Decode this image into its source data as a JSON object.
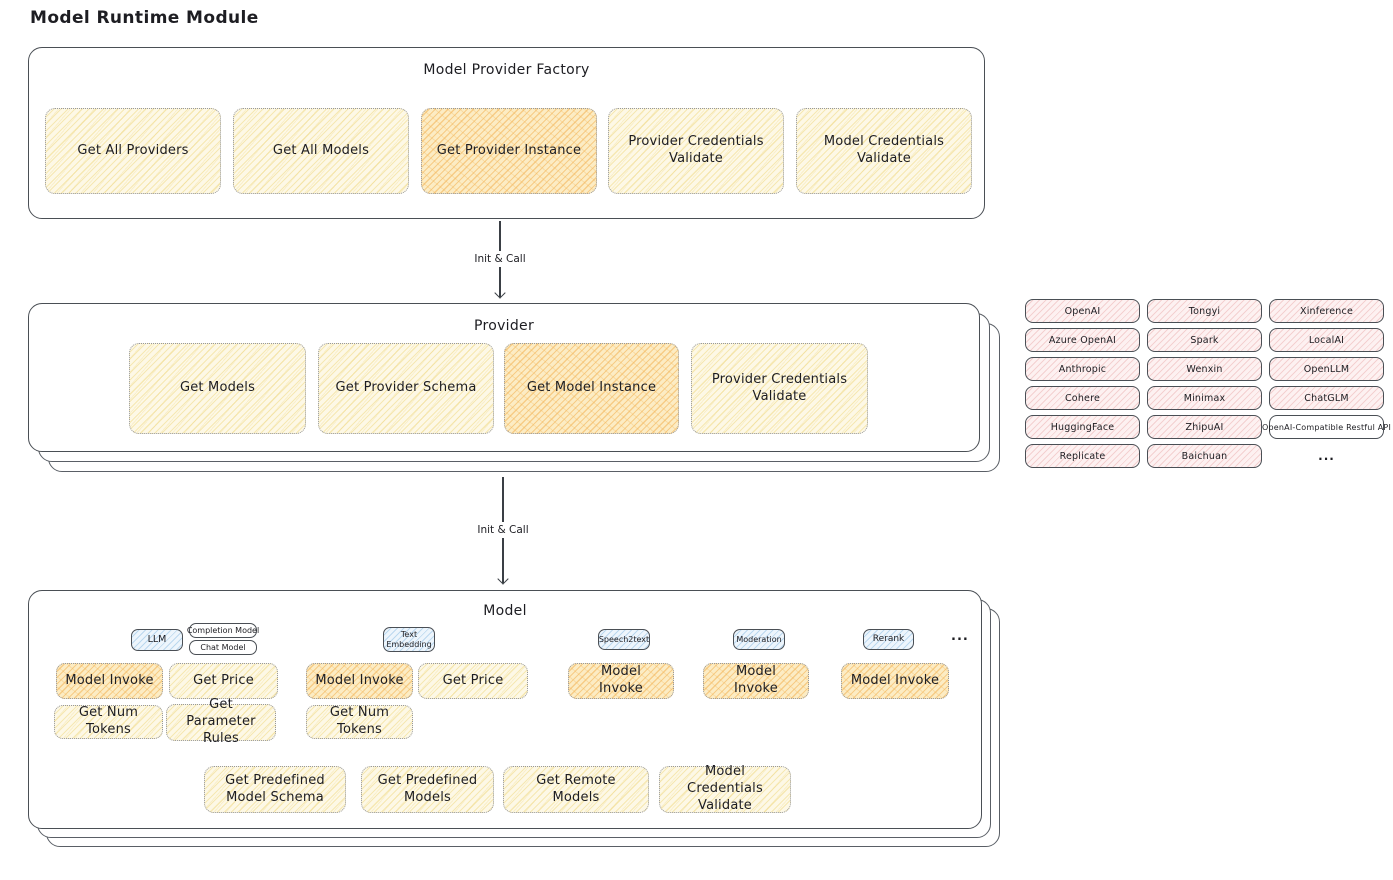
{
  "title": "Model Runtime Module",
  "colors": {
    "yellow_fill": "#fdf8e6",
    "orange_fill": "#fcecc4",
    "blue_fill": "#edf5fc",
    "pink_fill": "#fdf1f1",
    "panel_border": "#4a4f55"
  },
  "factory": {
    "title": "Model Provider Factory",
    "items": [
      {
        "label": "Get All Providers",
        "variant": "yellow"
      },
      {
        "label": "Get All Models",
        "variant": "yellow"
      },
      {
        "label": "Get Provider Instance",
        "variant": "orange"
      },
      {
        "label": "Provider Credentials Validate",
        "variant": "yellow"
      },
      {
        "label": "Model Credentials Validate",
        "variant": "yellow"
      }
    ]
  },
  "arrows": [
    {
      "label": "Init & Call"
    },
    {
      "label": "Init & Call"
    }
  ],
  "provider": {
    "title": "Provider",
    "items": [
      {
        "label": "Get Models",
        "variant": "yellow"
      },
      {
        "label": "Get Provider Schema",
        "variant": "yellow"
      },
      {
        "label": "Get Model Instance",
        "variant": "orange"
      },
      {
        "label": "Provider Credentials Validate",
        "variant": "yellow"
      }
    ]
  },
  "vendors": {
    "items": [
      {
        "label": "OpenAI",
        "variant": "pink"
      },
      {
        "label": "Tongyi",
        "variant": "pink"
      },
      {
        "label": "Xinference",
        "variant": "pink"
      },
      {
        "label": "Azure OpenAI",
        "variant": "pink"
      },
      {
        "label": "Spark",
        "variant": "pink"
      },
      {
        "label": "LocalAI",
        "variant": "pink"
      },
      {
        "label": "Anthropic",
        "variant": "pink"
      },
      {
        "label": "Wenxin",
        "variant": "pink"
      },
      {
        "label": "OpenLLM",
        "variant": "pink"
      },
      {
        "label": "Cohere",
        "variant": "pink"
      },
      {
        "label": "Minimax",
        "variant": "pink"
      },
      {
        "label": "ChatGLM",
        "variant": "pink"
      },
      {
        "label": "HuggingFace",
        "variant": "pink"
      },
      {
        "label": "ZhipuAI",
        "variant": "pink"
      },
      {
        "label": "OpenAI-Compatible Restful API",
        "variant": "white"
      },
      {
        "label": "Replicate",
        "variant": "pink"
      },
      {
        "label": "Baichuan",
        "variant": "pink"
      },
      {
        "label": "...",
        "variant": "none"
      }
    ]
  },
  "model": {
    "title": "Model",
    "tabs": {
      "llm": "LLM",
      "completion": "Completion Model",
      "chat": "Chat Model",
      "text_embedding": "Text Embedding",
      "speech2text": "Speech2text",
      "moderation": "Moderation",
      "rerank": "Rerank",
      "more": "..."
    },
    "llm": {
      "invoke": "Model Invoke",
      "price": "Get Price",
      "num_tokens": "Get Num Tokens",
      "parameter_rules": "Get Parameter Rules"
    },
    "text_embedding": {
      "invoke": "Model Invoke",
      "price": "Get Price",
      "num_tokens": "Get Num Tokens"
    },
    "speech2text": {
      "invoke": "Model Invoke"
    },
    "moderation": {
      "invoke": "Model Invoke"
    },
    "rerank": {
      "invoke": "Model Invoke"
    },
    "common": {
      "predefined_model_schema": "Get Predefined Model Schema",
      "predefined_models": "Get Predefined Models",
      "remote_models": "Get Remote Models",
      "model_credentials_validate": "Model Credentials Validate"
    }
  }
}
